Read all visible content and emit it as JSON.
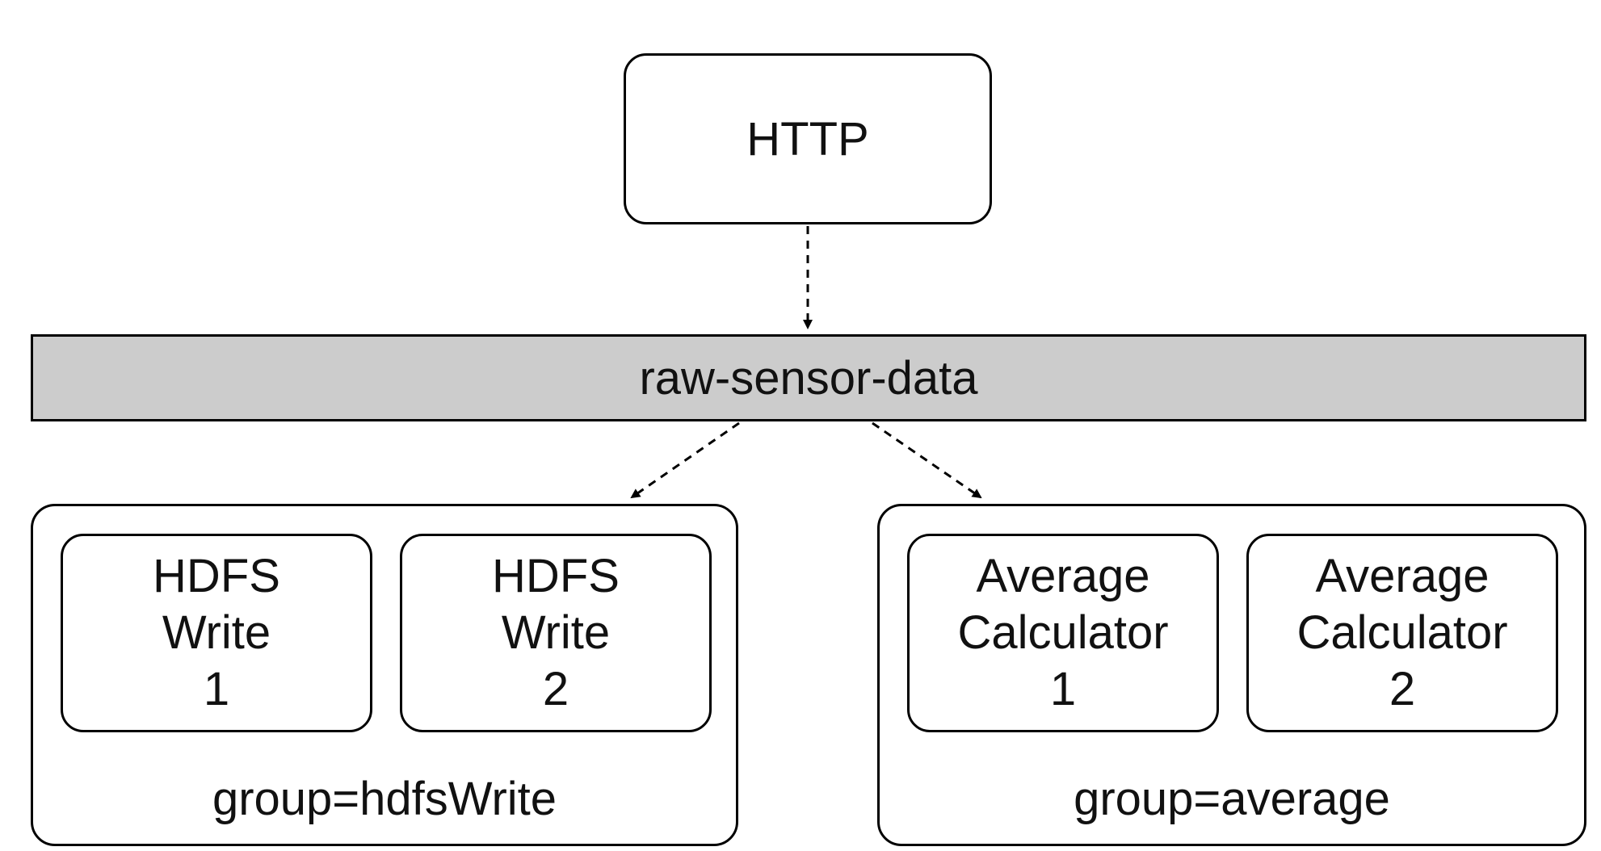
{
  "source": {
    "label": "HTTP"
  },
  "topic": {
    "label": "raw-sensor-data"
  },
  "groups": [
    {
      "label": "group=hdfsWrite",
      "consumers": [
        {
          "lines": [
            "HDFS",
            "Write",
            "1"
          ]
        },
        {
          "lines": [
            "HDFS",
            "Write",
            "2"
          ]
        }
      ]
    },
    {
      "label": "group=average",
      "consumers": [
        {
          "lines": [
            "Average",
            "Calculator",
            "1"
          ]
        },
        {
          "lines": [
            "Average",
            "Calculator",
            "2"
          ]
        }
      ]
    }
  ],
  "colors": {
    "topic_fill": "#cccccc",
    "stroke": "#000000"
  }
}
